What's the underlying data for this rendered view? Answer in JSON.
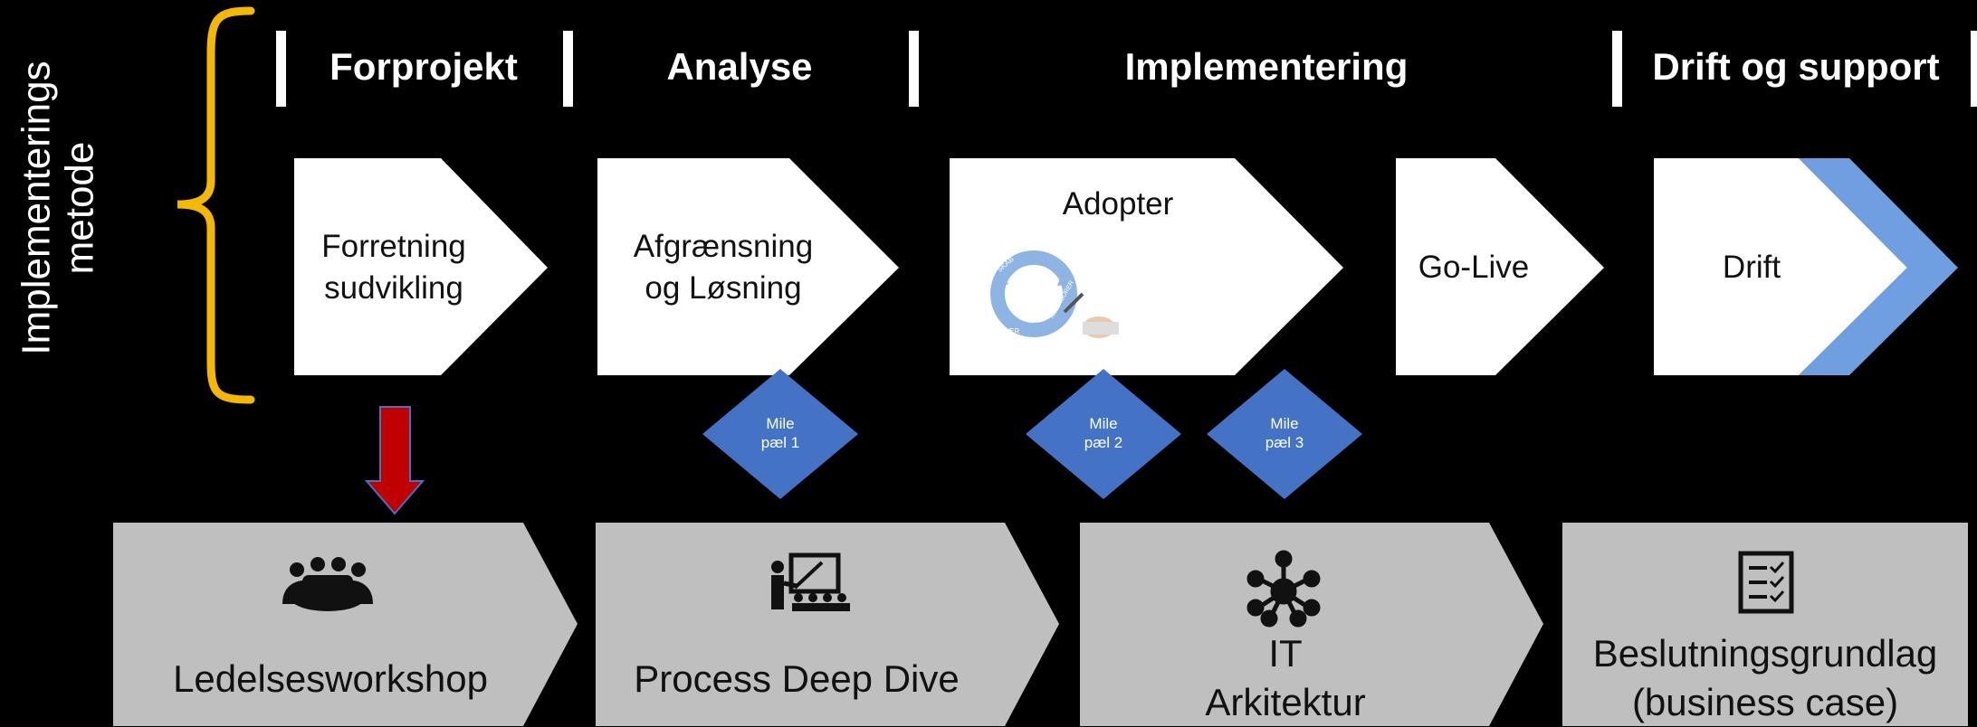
{
  "side_label": {
    "line1": "Implementerings",
    "line2": "metode"
  },
  "phases": [
    "Forprojekt",
    "Analyse",
    "Implementering",
    "Drift og support"
  ],
  "steps": {
    "forretning": {
      "line1": "Forretning",
      "line2": "sudvikling"
    },
    "afgraensning": {
      "line1": "Afgrænsning",
      "line2": "og Løsning"
    },
    "adopter": "Adopter",
    "golive": "Go-Live",
    "drift": "Drift"
  },
  "cycle_labels": [
    "SKAB",
    "KONFIGURER",
    "LÆR"
  ],
  "milestones": [
    {
      "line1": "Mile",
      "line2": "pæl 1"
    },
    {
      "line1": "Mile",
      "line2": "pæl 2"
    },
    {
      "line1": "Mile",
      "line2": "pæl 3"
    }
  ],
  "cards": {
    "ledelse": "Ledelsesworkshop",
    "process": "Process Deep Dive",
    "it": {
      "line1": "IT",
      "line2": "Arkitektur"
    },
    "beslutning": {
      "line1": "Beslutningsgrundlag",
      "line2": "(business case)"
    }
  },
  "colors": {
    "background": "#000000",
    "bracket": "#F5B800",
    "milestone": "#4472C4",
    "drift_chevron": "#6F9FE0",
    "arrow": "#C00000",
    "card": "#BFBFBF",
    "step": "#FFFFFF"
  },
  "icons": {
    "ledelse": "team-meeting-icon",
    "process": "presentation-icon",
    "it": "network-hub-icon",
    "beslutning": "checklist-icon"
  }
}
